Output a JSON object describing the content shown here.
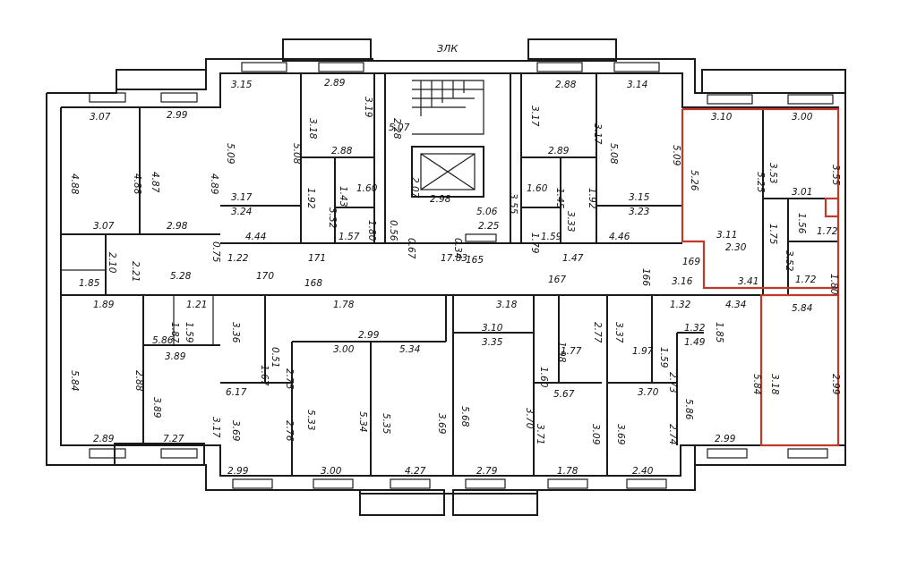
{
  "floor_label": "ЗЛК",
  "dimensions": [
    "3.15",
    "2.89",
    "3.19",
    "3.18",
    "5.09",
    "5.08",
    "2.88",
    "1.92",
    "1.43",
    "1.60",
    "3.32",
    "1.80",
    "3.17",
    "3.24",
    "4.44",
    "1.57",
    "2.28",
    "5.07",
    "2.07",
    "2.98",
    "3.55",
    "5.06",
    "2.25",
    "0.56",
    "0.67",
    "0.34",
    "3.17",
    "2.88",
    "3.14",
    "3.17",
    "5.08",
    "5.09",
    "2.89",
    "1.60",
    "1.45",
    "1.92",
    "3.33",
    "1.79",
    "1.59",
    "4.46",
    "3.15",
    "3.23",
    "3.10",
    "3.00",
    "5.26",
    "5.25",
    "3.53",
    "3.55",
    "3.01",
    "1.75",
    "1.56",
    "1.72",
    "3.11",
    "2.30",
    "3.52",
    "1.80",
    "1.72",
    "3.41",
    "3.07",
    "2.99",
    "4.88",
    "4.88",
    "4.87",
    "4.89",
    "3.07",
    "2.98",
    "2.10",
    "2.21",
    "0.75",
    "1.85",
    "5.28",
    "1.22",
    "170",
    "171",
    "17.83",
    "165",
    "1.47",
    "166",
    "169",
    "168",
    "167",
    "3.16",
    "1.89",
    "1.87",
    "1.59",
    "1.21",
    "5.86",
    "5.84",
    "2.88",
    "3.89",
    "3.89",
    "3.17",
    "2.89",
    "7.27",
    "1.78",
    "3.36",
    "0.51",
    "1.67",
    "2.75",
    "6.17",
    "2.99",
    "3.00",
    "5.34",
    "5.33",
    "5.34",
    "5.35",
    "3.69",
    "3.69",
    "2.76",
    "2.99",
    "3.00",
    "4.27",
    "3.18",
    "3.10",
    "3.35",
    "1.98",
    "1.60",
    "1.77",
    "2.77",
    "5.67",
    "5.68",
    "3.70",
    "3.71",
    "3.09",
    "2.79",
    "1.78",
    "3.37",
    "1.59",
    "1.97",
    "2.73",
    "3.70",
    "3.69",
    "2.74",
    "2.40",
    "1.32",
    "1.32",
    "1.49",
    "1.85",
    "4.34",
    "5.86",
    "5.84",
    "3.18",
    "2.99",
    "5.84",
    "2.99"
  ]
}
